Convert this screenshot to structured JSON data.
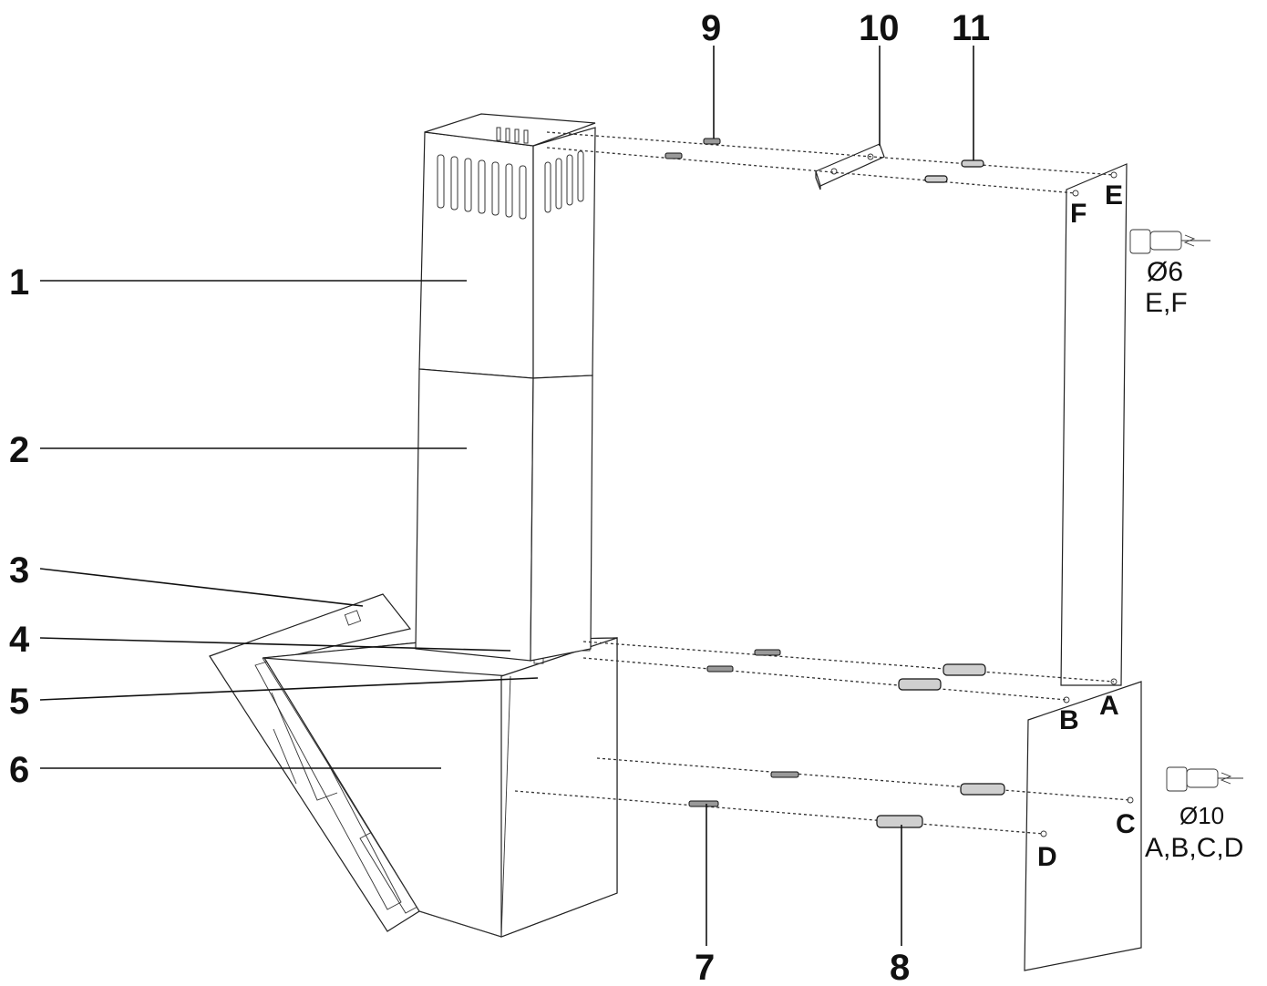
{
  "parts": [
    {
      "id": "1",
      "label": "1"
    },
    {
      "id": "2",
      "label": "2"
    },
    {
      "id": "3",
      "label": "3"
    },
    {
      "id": "4",
      "label": "4"
    },
    {
      "id": "5",
      "label": "5"
    },
    {
      "id": "6",
      "label": "6"
    },
    {
      "id": "7",
      "label": "7"
    },
    {
      "id": "8",
      "label": "8"
    },
    {
      "id": "9",
      "label": "9"
    },
    {
      "id": "10",
      "label": "10"
    },
    {
      "id": "11",
      "label": "11"
    }
  ],
  "mount_points": {
    "A": "A",
    "B": "B",
    "C": "C",
    "D": "D",
    "E": "E",
    "F": "F"
  },
  "drill_upper": {
    "diameter": "Ø6",
    "points": "E,F"
  },
  "drill_lower": {
    "diameter": "Ø10",
    "points": "A,B,C,D"
  }
}
